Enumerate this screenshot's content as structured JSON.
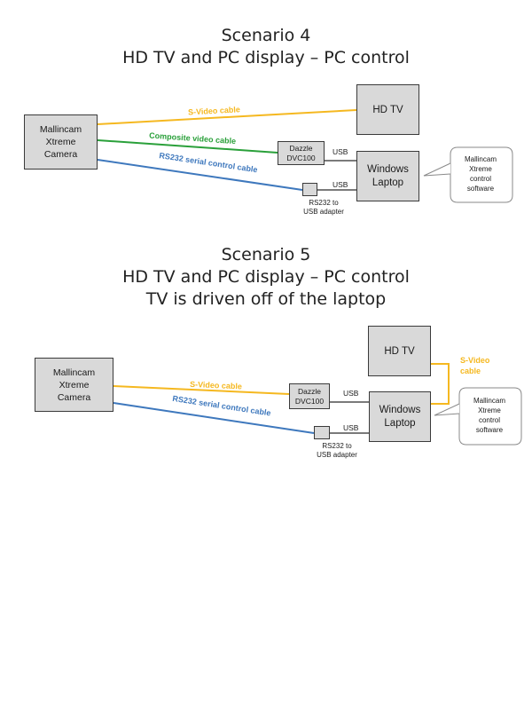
{
  "colors": {
    "s_video": "#f5b820",
    "composite": "#2aa03a",
    "rs232": "#3e78bd",
    "usb_line": "#2a2a2a",
    "box_fill": "#d9d9d9"
  },
  "scenario4": {
    "title_line1": "Scenario 4",
    "title_line2": "HD TV and PC display – PC control",
    "camera": "Mallincam\nXtreme\nCamera",
    "hdtv": "HD TV",
    "dazzle": "Dazzle\nDVC100",
    "laptop": "Windows\nLaptop",
    "adapter_label": "RS232 to\nUSB adapter",
    "usb_top": "USB",
    "usb_bottom": "USB",
    "callout": "Mallincam\nXtreme\ncontrol\nsoftware",
    "cables": {
      "s_video": "S-Video cable",
      "composite": "Composite video cable",
      "rs232": "RS232 serial control cable"
    }
  },
  "scenario5": {
    "title_line1": "Scenario 5",
    "title_line2": "HD TV and PC display – PC control",
    "title_line3": "TV is driven off of the laptop",
    "camera": "Mallincam\nXtreme\nCamera",
    "hdtv": "HD TV",
    "dazzle": "Dazzle\nDVC100",
    "laptop": "Windows\nLaptop",
    "adapter_label": "RS232 to\nUSB adapter",
    "usb_top": "USB",
    "usb_bottom": "USB",
    "callout": "Mallincam\nXtreme\ncontrol\nsoftware",
    "cables": {
      "s_video": "S-Video cable",
      "s_video_tv": "S-Video\ncable",
      "rs232": "RS232 serial control cable"
    }
  }
}
